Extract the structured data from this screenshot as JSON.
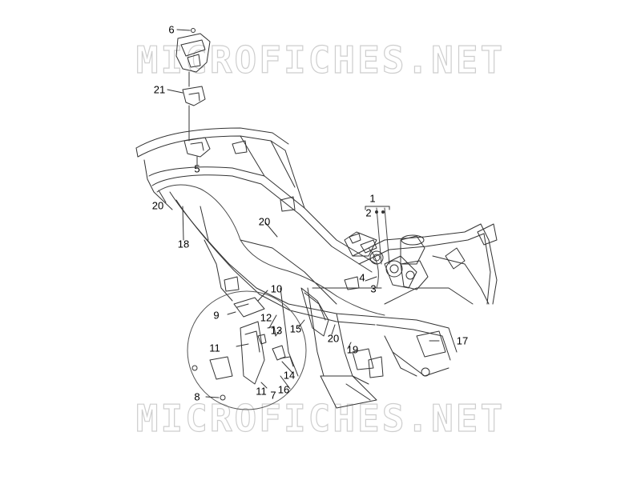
{
  "watermark": {
    "text": "MICROFICHES.NET"
  },
  "callouts": {
    "c1": "1",
    "c2": "2",
    "c3": "3",
    "c4": "4",
    "c5": "5",
    "c6": "6",
    "c7": "7",
    "c8": "8",
    "c9": "9",
    "c10": "10",
    "c11a": "11",
    "c11b": "11",
    "c12": "12",
    "c13": "13",
    "c14": "14",
    "c15": "15",
    "c16": "16",
    "c17": "17",
    "c18": "18",
    "c19": "19",
    "c20a": "20",
    "c20b": "20",
    "c20c": "20",
    "c21": "21"
  },
  "colors": {
    "line": "#333333",
    "watermark": "#c9c9c9",
    "background": "#ffffff"
  }
}
